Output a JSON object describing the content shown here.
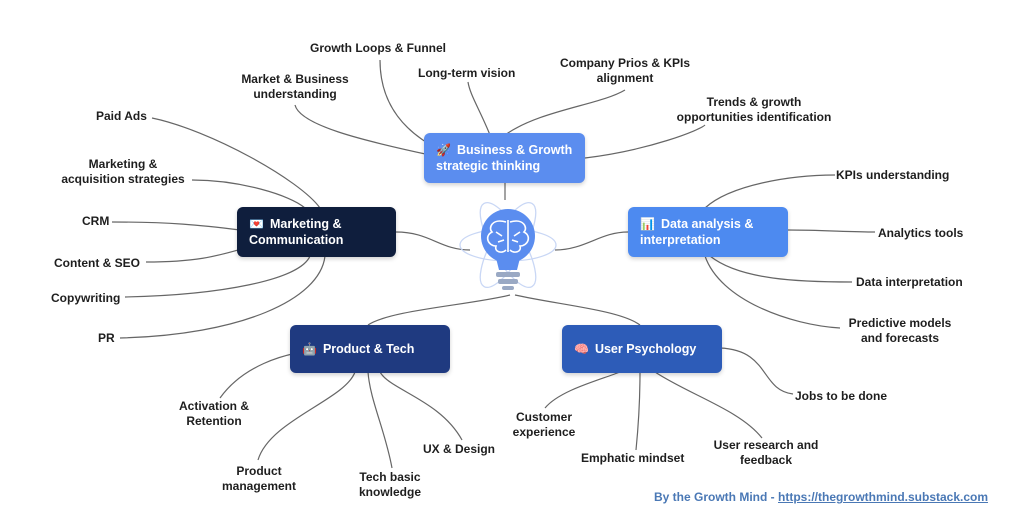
{
  "hubs": {
    "business": {
      "icon": "🚀",
      "line1": "Business & Growth",
      "line2": "strategic thinking",
      "color": "#5b8def"
    },
    "marketing": {
      "icon": "💌",
      "line1": "Marketing &",
      "line2": "Communication",
      "color": "#0f1e3d"
    },
    "data": {
      "icon": "📊",
      "line1": "Data analysis &",
      "line2": "interpretation",
      "color": "#4d8af0"
    },
    "product": {
      "icon": "🤖",
      "label": "Product & Tech",
      "color": "#1f3a80"
    },
    "psychology": {
      "icon": "🧠",
      "label": "User Psychology",
      "color": "#2d5cb8"
    }
  },
  "leaves": {
    "growth_loops": "Growth Loops & Funnel",
    "long_term_vision": "Long-term vision",
    "company_prios": [
      "Company Prios & KPIs",
      "alignment"
    ],
    "market_business": [
      "Market & Business",
      "understanding"
    ],
    "trends": [
      "Trends & growth",
      "opportunities identification"
    ],
    "paid_ads": "Paid Ads",
    "marketing_acq": [
      "Marketing &",
      "acquisition strategies"
    ],
    "crm": "CRM",
    "content_seo": "Content & SEO",
    "copywriting": "Copywriting",
    "pr": "PR",
    "kpis": "KPIs understanding",
    "analytics_tools": "Analytics tools",
    "data_interp": "Data interpretation",
    "predictive": [
      "Predictive models",
      "and forecasts"
    ],
    "activation": [
      "Activation &",
      "Retention"
    ],
    "product_mgmt": [
      "Product",
      "management"
    ],
    "tech_basic": [
      "Tech basic",
      "knowledge"
    ],
    "ux": "UX & Design",
    "customer_exp": [
      "Customer",
      "experience"
    ],
    "emphatic": "Emphatic mindset",
    "user_research": [
      "User research and",
      "feedback"
    ],
    "jobs": "Jobs to be done"
  },
  "footer": {
    "prefix": "By the Growth Mind - ",
    "link": "https://thegrowthmind.substack.com"
  },
  "icons": {
    "center": "lightbulb-brain-icon"
  }
}
